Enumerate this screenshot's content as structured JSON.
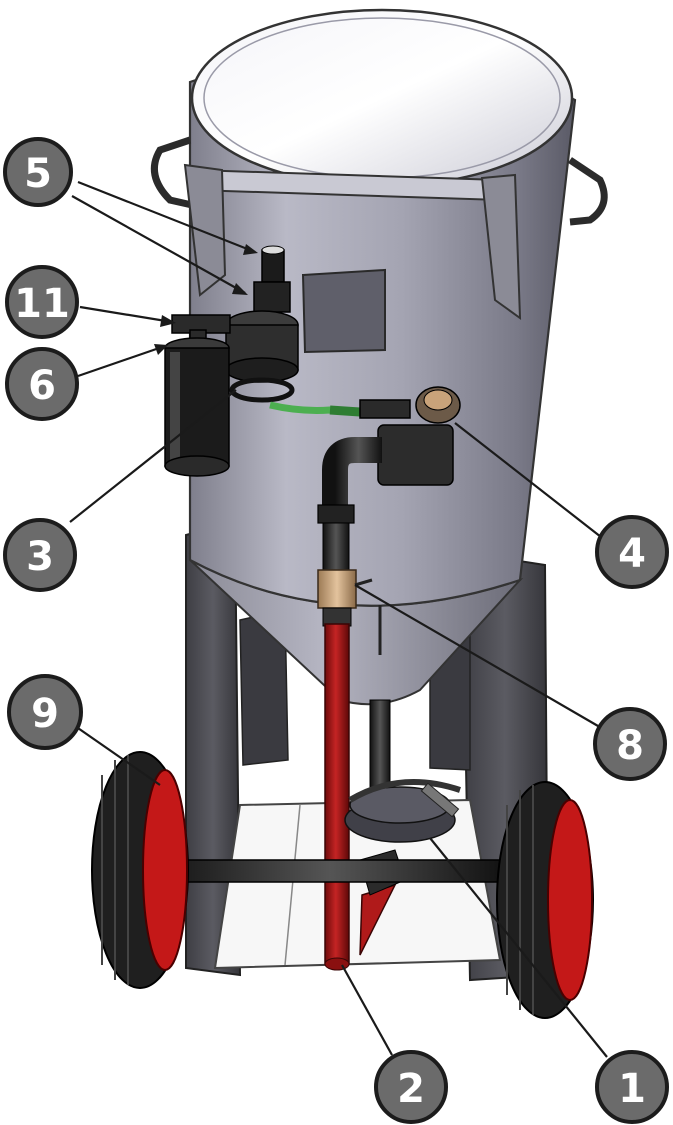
{
  "diagram": {
    "colors": {
      "tank_steel": "#a9a9b6",
      "tank_dark": "#5e5e6a",
      "frame": "#4b4b52",
      "pipe_red": "#b01a1a",
      "wheel_rubber": "#222222",
      "wheel_rim": "#c41818",
      "callout_fill": "#6b6b6b",
      "leader": "#1a1a1a",
      "green_hose": "#4caf50"
    },
    "callouts": [
      {
        "id": "c5",
        "label": "5"
      },
      {
        "id": "c11",
        "label": "11"
      },
      {
        "id": "c6",
        "label": "6"
      },
      {
        "id": "c3",
        "label": "3"
      },
      {
        "id": "c4",
        "label": "4"
      },
      {
        "id": "c9",
        "label": "9"
      },
      {
        "id": "c8",
        "label": "8"
      },
      {
        "id": "c2",
        "label": "2"
      },
      {
        "id": "c1",
        "label": "1"
      }
    ]
  }
}
